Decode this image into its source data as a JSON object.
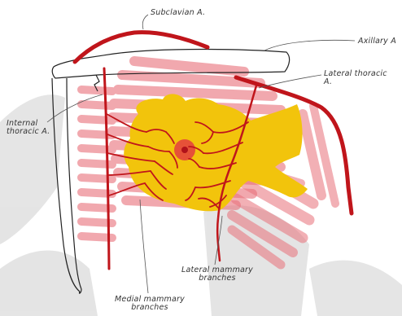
{
  "labels": {
    "subclavian": "Subclavian A.",
    "axillary": "Axillary A",
    "lateral_thoracic": "Lateral thoracic A.",
    "internal_thoracic": "Internal thoracic A.",
    "lateral_mammary": "Lateral mammary branches",
    "medial_mammary": "Medial mammary branches"
  },
  "colors": {
    "artery": "#c0151b",
    "muscle": "#e8707a",
    "gland": "#f2c40c",
    "areola": "#e4453d",
    "outline": "#222222",
    "background_marks": "#d9d9d9"
  }
}
